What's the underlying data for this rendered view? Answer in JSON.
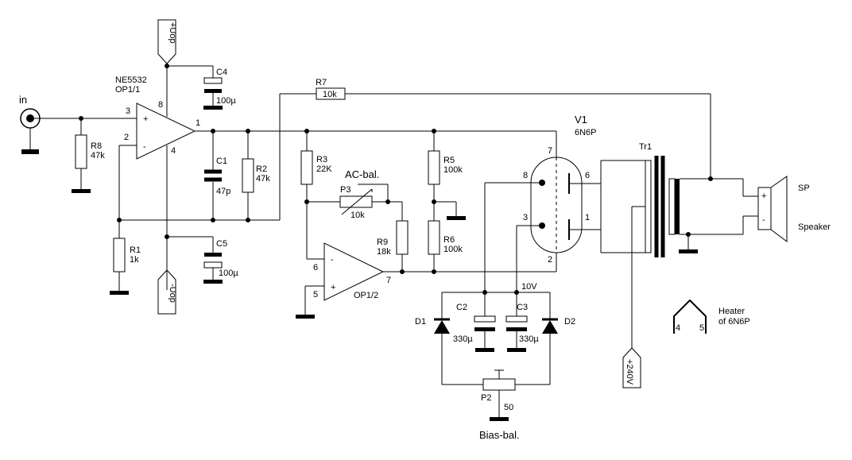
{
  "labels": {
    "in": "in",
    "ne5532": "NE5532",
    "op1_1": "OP1/1",
    "op1_2": "OP1/2",
    "plus_uop": "+Uop",
    "minus_uop": "-Uop",
    "c4": "C4",
    "c4_val": "100µ",
    "c1": "C1",
    "c1_val": "47p",
    "c5": "C5",
    "c5_val": "100µ",
    "r1": "R1",
    "r1_val": "1k",
    "r2": "R2",
    "r2_val": "47k",
    "r3": "R3",
    "r3_val": "22K",
    "r5": "R5",
    "r5_val": "100k",
    "r6": "R6",
    "r6_val": "100k",
    "r7": "R7",
    "r7_val": "10k",
    "r8": "R8",
    "r8_val": "47k",
    "r9": "R9",
    "r9_val": "18k",
    "p3": "P3",
    "p3_val": "10k",
    "ac_bal": "AC-bal.",
    "p2": "P2",
    "p2_val": "50",
    "bias_bal": "Bias-bal.",
    "c2": "C2",
    "c2_val": "330µ",
    "c3": "C3",
    "c3_val": "330µ",
    "d1": "D1",
    "d2": "D2",
    "v10": "10V",
    "v1": "V1",
    "v1_type": "6N6P",
    "tr1": "Tr1",
    "sp": "SP",
    "speaker": "Speaker",
    "plus240": "+240V",
    "heater": "Heater",
    "heater_of": "of 6N6P",
    "spk_plus": "+",
    "spk_minus": "-",
    "pin_1": "1",
    "pin_2": "2",
    "pin_3": "3",
    "pin_4": "4",
    "pin_5": "5",
    "pin_6": "6",
    "pin_7": "7",
    "pin_8": "8",
    "op_plus": "+",
    "op_minus": "-"
  }
}
